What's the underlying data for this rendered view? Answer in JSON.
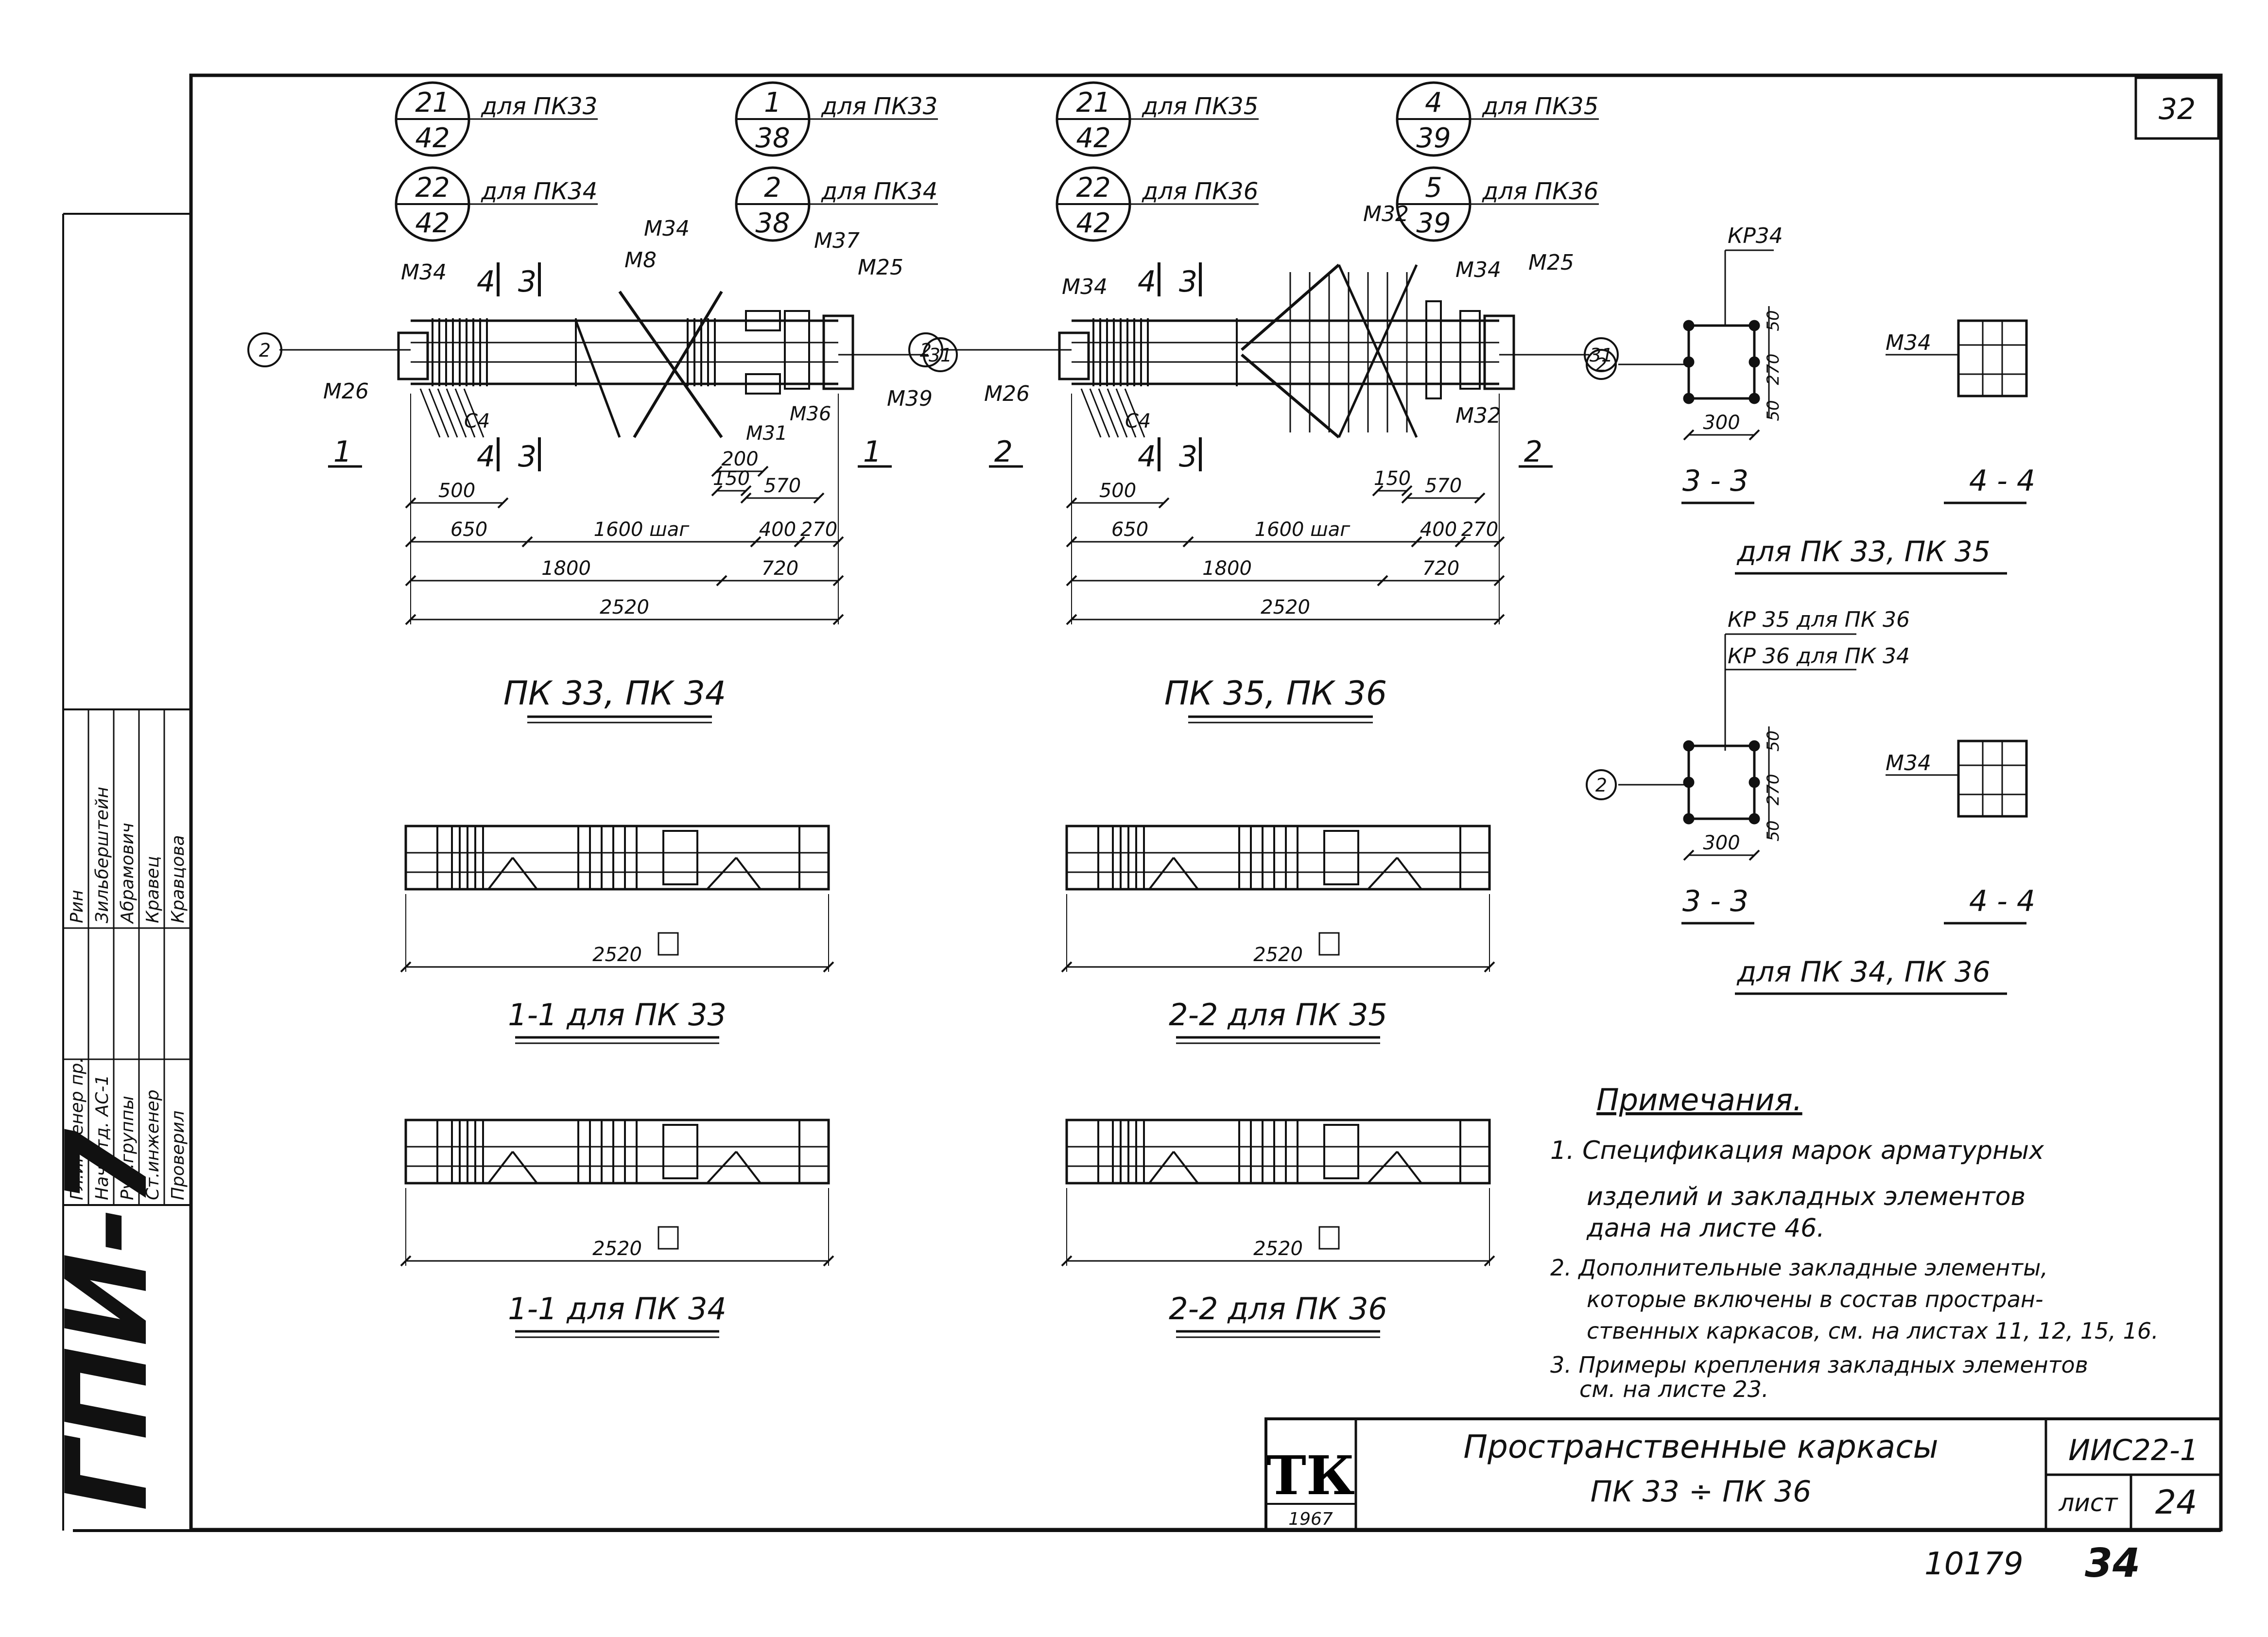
{
  "sheet": {
    "sheet_number": "32",
    "stamp_label": "ГПИ-7",
    "code": "ИИС22-1",
    "sheet_label": "лист",
    "sheet_no": "24",
    "tk": "ТК",
    "year": "1967",
    "title_line1": "Пространственные каркасы",
    "title_line2": "ПК 33 ÷ ПК 36",
    "archive_no": "10179",
    "archive_page": "34"
  },
  "side_table": {
    "roles": [
      "Гл.инженер пр.",
      "Нач.отд. АС-1",
      "Рук.группы",
      "Ст.инженер",
      "Проверил"
    ],
    "names": [
      "Рин",
      "Зильберштейн",
      "Абрамович",
      "Кравец",
      "Кравцова"
    ]
  },
  "views": {
    "pk33_34": {
      "title": "ПК 33, ПК 34",
      "refs": [
        {
          "num": "21",
          "den": "42",
          "note": "для ПК33"
        },
        {
          "num": "22",
          "den": "42",
          "note": "для ПК34"
        },
        {
          "num": "1",
          "den": "38",
          "note": "для ПК33"
        },
        {
          "num": "2",
          "den": "38",
          "note": "для ПК34"
        }
      ],
      "labels": {
        "m34a": "М34",
        "m8": "М8",
        "m34b": "М34",
        "m37": "М37",
        "m25": "М25",
        "m26": "М26",
        "c4": "С4",
        "m31": "М31",
        "m36": "М36",
        "m39": "М39",
        "axis_left": "2",
        "axis_right": "31",
        "sec_num": "1",
        "cut4": "4",
        "cut3": "3"
      },
      "dims": {
        "d200": "200",
        "d150": "150",
        "d500": "500",
        "d570": "570",
        "d650": "650",
        "d1600": "1600 шаг",
        "d400": "400",
        "d270": "270",
        "d1800": "1800",
        "d720": "720",
        "d2520": "2520"
      }
    },
    "pk35_36": {
      "title": "ПК 35, ПК 36",
      "refs": [
        {
          "num": "21",
          "den": "42",
          "note": "для ПК35"
        },
        {
          "num": "22",
          "den": "42",
          "note": "для ПК36"
        },
        {
          "num": "4",
          "den": "39",
          "note": "для ПК35"
        },
        {
          "num": "5",
          "den": "39",
          "note": "для ПК36"
        }
      ],
      "labels": {
        "m32a": "М32",
        "m34a": "М34",
        "m34b": "М34",
        "m25": "М25",
        "m26": "М26",
        "c4": "С4",
        "m32b": "М32",
        "axis_left": "2",
        "axis_right": "31",
        "sec_num": "2",
        "cut4": "4",
        "cut3": "3"
      },
      "dims": {
        "d150": "150",
        "d500": "500",
        "d570": "570",
        "d650": "650",
        "d1600": "1600 шаг",
        "d400": "400",
        "d270": "270",
        "d1800": "1800",
        "d720": "720",
        "d2520": "2520"
      }
    },
    "sec_a": {
      "kr": "КР34",
      "axis": "2",
      "d50a": "50",
      "d270": "270",
      "d50b": "50",
      "d300": "300",
      "m34": "М34",
      "title33": "3 - 3",
      "title44": "4 - 4",
      "caption": "для ПК 33, ПК 35"
    },
    "sec_b": {
      "kr1": "КР 35 для ПК 36",
      "kr2": "КР 36 для ПК 34",
      "axis": "2",
      "d50a": "50",
      "d270": "270",
      "d50b": "50",
      "d300": "300",
      "m34": "М34",
      "title33": "3 - 3",
      "title44": "4 - 4",
      "caption": "для ПК 34, ПК 36"
    },
    "cuts": [
      {
        "title": "1-1 для ПК 33",
        "dim": "2520"
      },
      {
        "title": "2-2 для ПК 35",
        "dim": "2520"
      },
      {
        "title": "1-1 для ПК 34",
        "dim": "2520"
      },
      {
        "title": "2-2 для ПК 36",
        "dim": "2520"
      }
    ]
  },
  "notes": {
    "heading": "Примечания.",
    "lines": [
      "1. Спецификация марок арматурных",
      "изделий и закладных элементов",
      "дана на листе 46.",
      "2. Дополнительные закладные элементы,",
      "которые включены в состав простран-",
      "ственных каркасов, см. на листах 11, 12, 15, 16.",
      "3. Примеры крепления закладных элементов",
      "см. на листе 23."
    ]
  }
}
